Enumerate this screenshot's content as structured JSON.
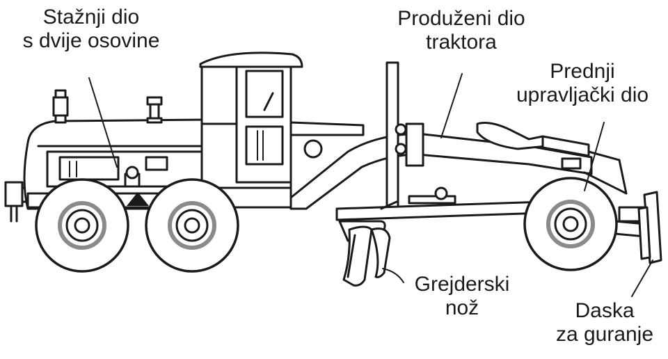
{
  "labels": {
    "rear": {
      "line1": "Stažnji dio",
      "line2": "s dvije osovine"
    },
    "extended": {
      "line1": "Produženi dio",
      "line2": "traktora"
    },
    "front": {
      "line1": "Prednji",
      "line2": "upravljački dio"
    },
    "blade": {
      "line1": "Grejderski",
      "line2": "nož"
    },
    "push": {
      "line1": "Daska",
      "line2": "za guranje"
    }
  },
  "colors": {
    "line": "#1a1a1a",
    "rim_ring": "#8a8a8a",
    "background": "#ffffff"
  }
}
